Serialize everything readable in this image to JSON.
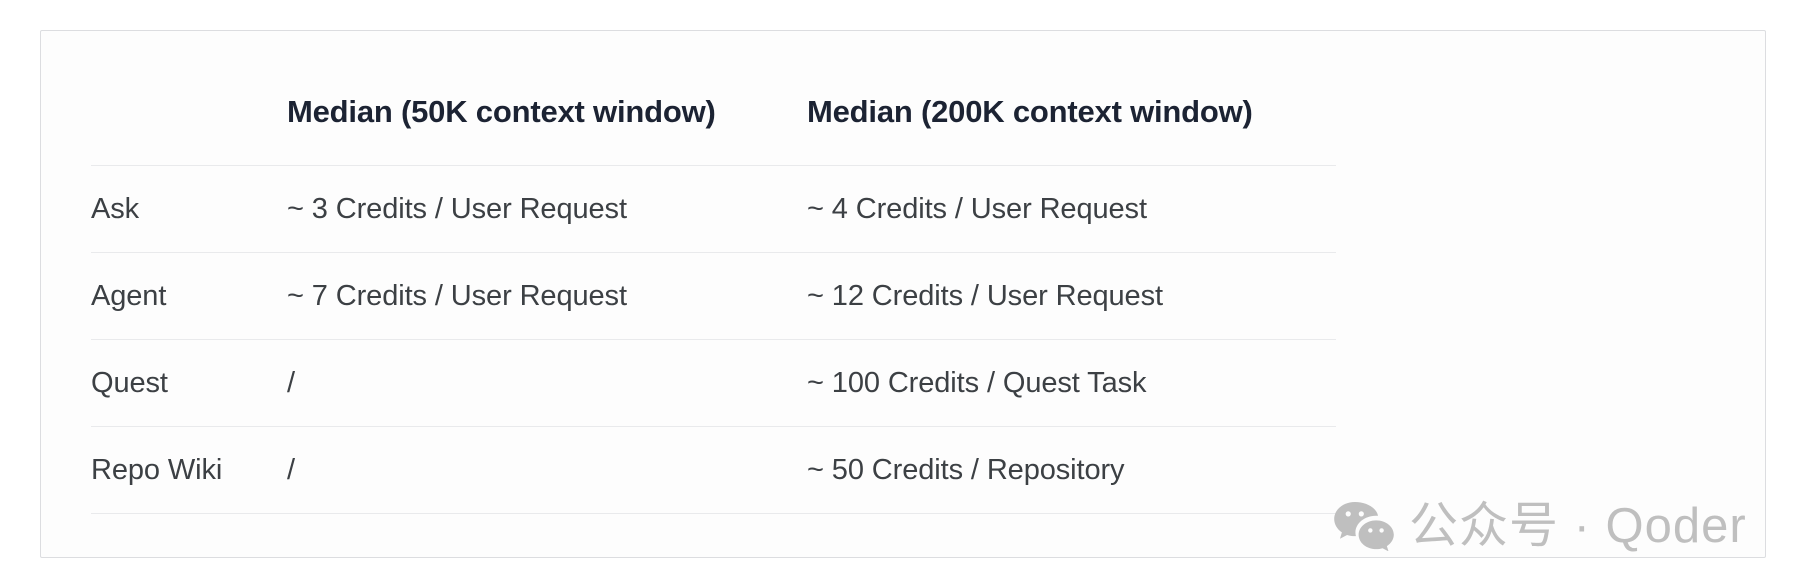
{
  "card": {
    "background_color": "#fdfdfd",
    "border_color": "#dcdde0"
  },
  "table": {
    "columns": [
      {
        "key": "label",
        "header": ""
      },
      {
        "key": "median_50k",
        "header": "Median (50K context window)"
      },
      {
        "key": "median_200k",
        "header": "Median (200K context window)"
      }
    ],
    "rows": [
      {
        "label": "Ask",
        "median_50k": "~ 3 Credits / User Request",
        "median_200k": "~ 4 Credits / User Request"
      },
      {
        "label": "Agent",
        "median_50k": "~ 7 Credits / User Request",
        "median_200k": "~ 12 Credits / User Request"
      },
      {
        "label": "Quest",
        "median_50k": "/",
        "median_200k": "~ 100 Credits / Quest Task"
      },
      {
        "label": "Repo Wiki",
        "median_50k": "/",
        "median_200k": "~ 50 Credits / Repository"
      }
    ],
    "header_text_color": "#1c2333",
    "body_text_color": "#3c4044",
    "divider_color": "#e9eaec"
  },
  "watermark": {
    "icon": "wechat-icon",
    "text": "公众号 · Qoder",
    "color": "#bfbfbf"
  }
}
